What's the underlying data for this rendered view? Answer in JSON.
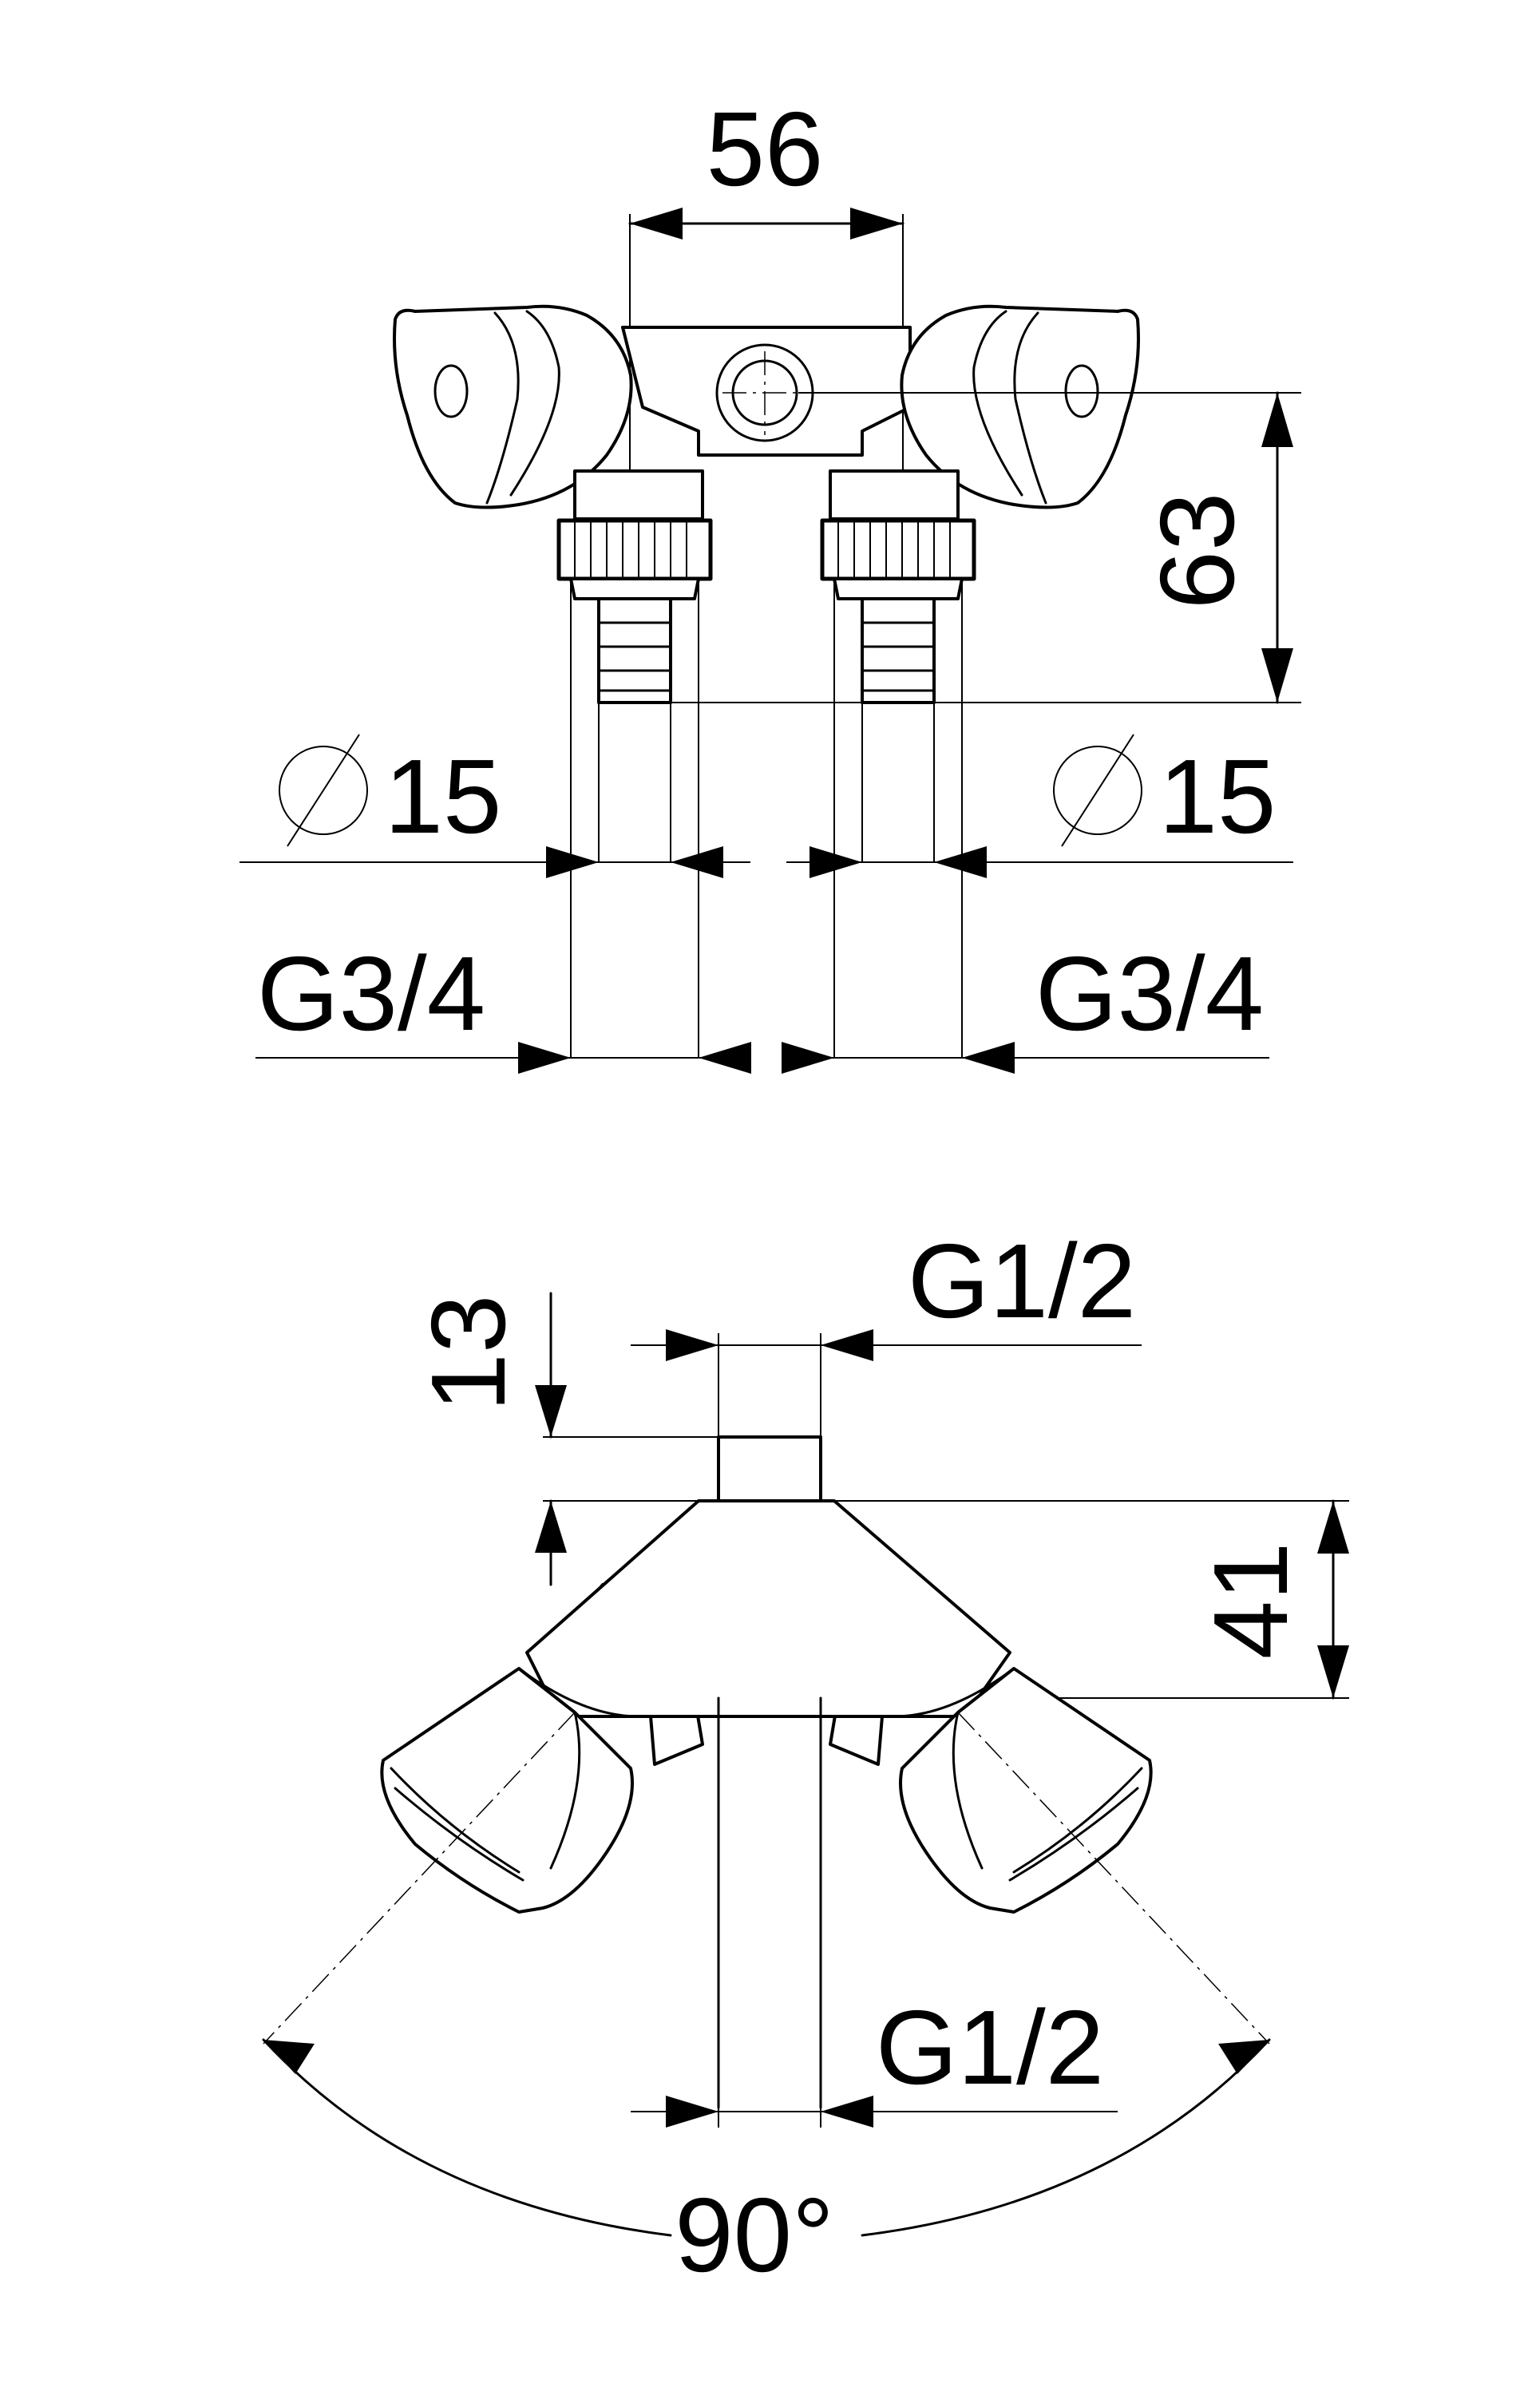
{
  "front_view": {
    "dim_width": "56",
    "dim_height": "63",
    "dim_diameter_left": "15",
    "dim_diameter_right": "15",
    "thread_left": "G3/4",
    "thread_right": "G3/4"
  },
  "top_view": {
    "dim_top_stub_height": "13",
    "thread_top": "G1/2",
    "dim_body_height": "41",
    "thread_bottom": "G1/2",
    "angle": "90°"
  }
}
